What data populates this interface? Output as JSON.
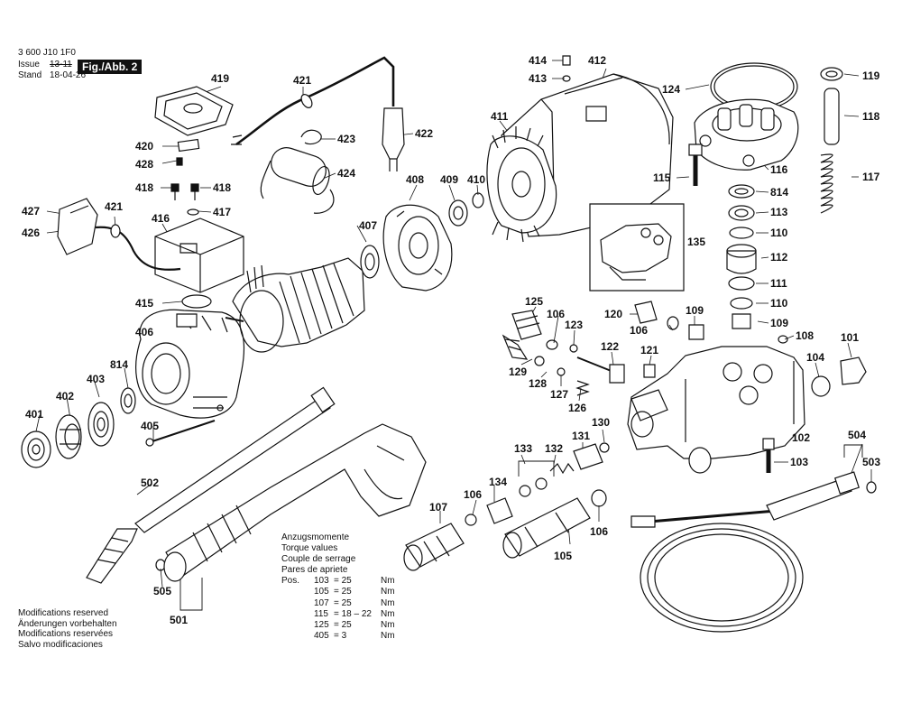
{
  "header": {
    "doc_number": "3 600 J10 1F0",
    "issue_label": "Issue",
    "issue_value": "13-11",
    "stand_label": "Stand",
    "stand_value": "18-04-26",
    "figure": "Fig./Abb. 2"
  },
  "labels": {
    "p414": "414",
    "p413": "413",
    "p412": "412",
    "p419": "419",
    "p421a": "421",
    "p423": "423",
    "p422": "422",
    "p424": "424",
    "p420": "420",
    "p428": "428",
    "p418a": "418",
    "p418b": "418",
    "p417": "417",
    "p427": "427",
    "p421b": "421",
    "p426": "426",
    "p416": "416",
    "p415": "415",
    "p406": "406",
    "p814a": "814",
    "p403": "403",
    "p402": "402",
    "p401": "401",
    "p405": "405",
    "p502": "502",
    "p505": "505",
    "p501": "501",
    "p408": "408",
    "p409": "409",
    "p410": "410",
    "p411": "411",
    "p407": "407",
    "p124": "124",
    "p119": "119",
    "p118": "118",
    "p117": "117",
    "p116": "116",
    "p115": "115",
    "p814b": "814",
    "p113": "113",
    "p110a": "110",
    "p112": "112",
    "p111": "111",
    "p110b": "110",
    "p109a": "109",
    "p135": "135",
    "p125": "125",
    "p106a": "106",
    "p123": "123",
    "p120": "120",
    "p106b": "106",
    "p109b": "109",
    "p108": "108",
    "p101": "101",
    "p122": "122",
    "p121": "121",
    "p104": "104",
    "p129": "129",
    "p128": "128",
    "p127": "127",
    "p126": "126",
    "p130": "130",
    "p131": "131",
    "p102": "102",
    "p133": "133",
    "p132": "132",
    "p134": "134",
    "p107": "107",
    "p106c": "106",
    "p105": "105",
    "p106d": "106",
    "p103": "103",
    "p504": "504",
    "p503": "503"
  },
  "torque": {
    "title_de": "Anzugsmomente",
    "title_en": "Torque values",
    "title_fr": "Couple de serrage",
    "title_es": "Pares de apriete",
    "rows": [
      {
        "pos": "Pos.",
        "part": "103",
        "value": "= 25",
        "unit": "Nm"
      },
      {
        "pos": "",
        "part": "105",
        "value": "= 25",
        "unit": "Nm"
      },
      {
        "pos": "",
        "part": "107",
        "value": "= 25",
        "unit": "Nm"
      },
      {
        "pos": "",
        "part": "115",
        "value": "= 18 – 22",
        "unit": "Nm"
      },
      {
        "pos": "",
        "part": "125",
        "value": "= 25",
        "unit": "Nm"
      },
      {
        "pos": "",
        "part": "405",
        "value": "= 3",
        "unit": "Nm"
      }
    ]
  },
  "notes": {
    "en": "Modifications reserved",
    "de": "Änderungen vorbehalten",
    "fr": "Modifications reservées",
    "es": "Salvo modificaciones"
  }
}
